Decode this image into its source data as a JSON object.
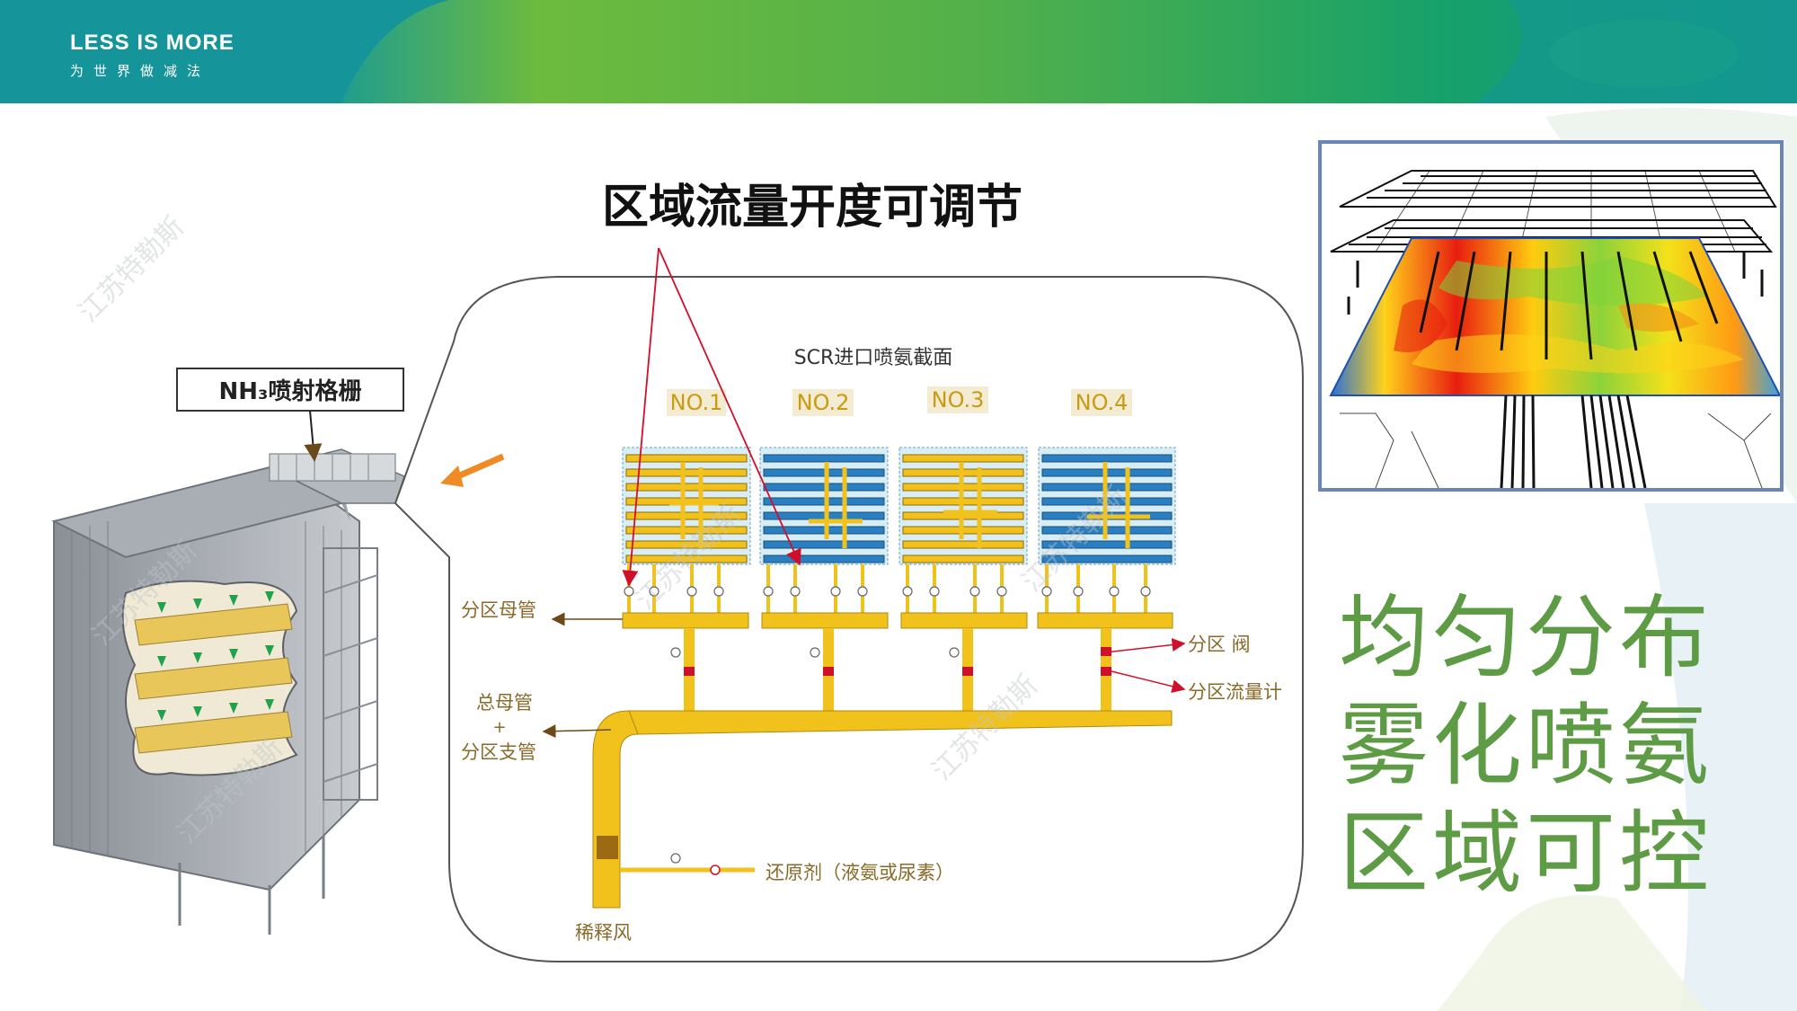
{
  "header": {
    "brand_en": "LESS IS MORE",
    "brand_cn": "为世界做减法"
  },
  "main_title": "区域流量开度可调节",
  "diagram": {
    "grid_label": "NH₃喷射格栅",
    "section_label": "SCR进口喷氨截面",
    "zones": [
      "NO.1",
      "NO.2",
      "NO.3",
      "NO.4"
    ],
    "labels": {
      "zone_header": "分区母管",
      "main_header_line1": "总母管",
      "main_header_plus": "+",
      "main_header_line2": "分区支管",
      "zone_valve": "分区 阀",
      "zone_flowmeter": "分区流量计",
      "reductant": "还原剂（液氨或尿素）",
      "dilution_air": "稀释风"
    }
  },
  "watermarks": [
    "江苏特勒斯",
    "江苏特勒斯",
    "江苏特勒斯",
    "江苏特勒斯",
    "江苏特勒斯",
    "江苏特勒斯"
  ],
  "slogan": [
    "均匀分布",
    "雾化喷氨",
    "区域可控"
  ],
  "colors": {
    "slogan_green": "#5e9b45",
    "pipe_yellow": "#f2c21c",
    "grid_blue": "#2a7fc0",
    "arrow_red": "#d0102a"
  }
}
